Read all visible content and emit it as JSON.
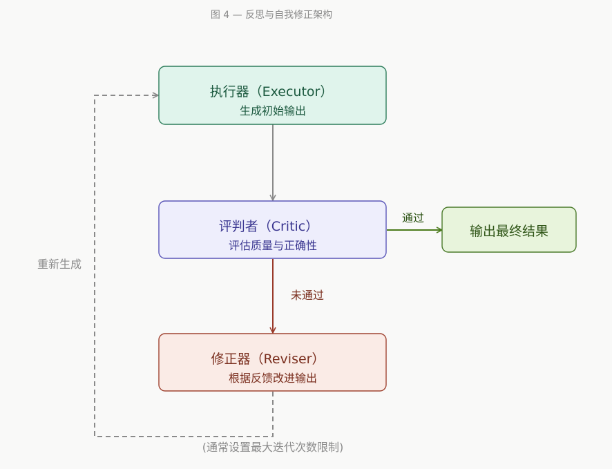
{
  "caption": "图 4 — 反思与自我修正架构",
  "nodes": {
    "executor": {
      "title": "执行器（Executor）",
      "subtitle": "生成初始输出"
    },
    "critic": {
      "title": "评判者（Critic）",
      "subtitle": "评估质量与正确性"
    },
    "reviser": {
      "title": "修正器（Reviser）",
      "subtitle": "根据反馈改进输出"
    },
    "output": {
      "title": "输出最终结果"
    }
  },
  "edges": {
    "pass_label": "通过",
    "fail_label": "未通过",
    "regenerate_label": "重新生成",
    "loop_note": "(通常设置最大迭代次数限制)"
  },
  "colors": {
    "executor_fill": "#e0f4ec",
    "executor_stroke": "#2e7d5b",
    "executor_text": "#1d5a40",
    "critic_fill": "#eeeefc",
    "critic_stroke": "#5a56b8",
    "critic_text": "#3a3690",
    "reviser_fill": "#faebe6",
    "reviser_stroke": "#a04432",
    "reviser_text": "#7a2e1e",
    "output_fill": "#e8f4dc",
    "output_stroke": "#4a7a2a",
    "output_text": "#2e5416",
    "gray_line": "#8a8a8a",
    "pass_line": "#4a7a1a",
    "fail_line": "#9a3a2a"
  }
}
